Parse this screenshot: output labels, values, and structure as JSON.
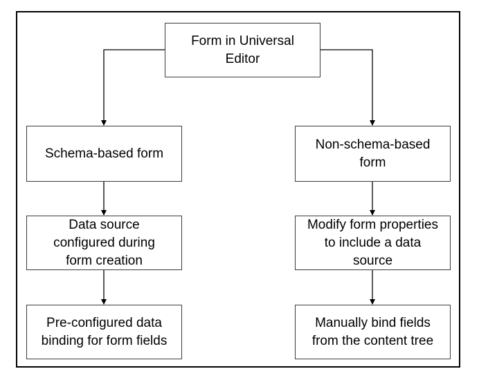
{
  "diagram": {
    "root": {
      "label": "Form in Universal Editor"
    },
    "left": {
      "top": {
        "label": "Schema-based form"
      },
      "middle": {
        "label": "Data source configured during form creation"
      },
      "bottom": {
        "label": "Pre-configured data binding for form fields"
      }
    },
    "right": {
      "top": {
        "label": "Non-schema-based form"
      },
      "middle": {
        "label": "Modify form properties to include a data source"
      },
      "bottom": {
        "label": "Manually bind fields from the content tree"
      }
    }
  },
  "colors": {
    "stroke": "#000000",
    "box_border": "#3a3a3a",
    "background": "#ffffff"
  }
}
